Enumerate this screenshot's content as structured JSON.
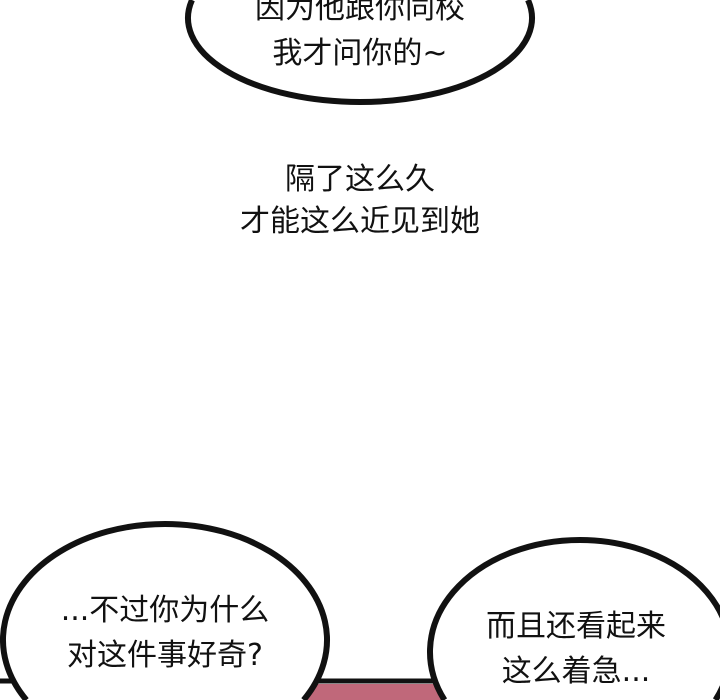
{
  "top_bubble": {
    "lines": [
      "因为他跟你同校",
      "我才问你的~"
    ]
  },
  "narration": {
    "lines": [
      "隔了这么久",
      "才能这么近见到她"
    ]
  },
  "left_bubble": {
    "lines": [
      "...不过你为什么",
      "对这件事好奇?"
    ]
  },
  "right_bubble": {
    "lines": [
      "而且还看起来",
      "这么着急..."
    ]
  },
  "colors": {
    "panel_accent": "#c0687a",
    "ink": "#111111"
  }
}
